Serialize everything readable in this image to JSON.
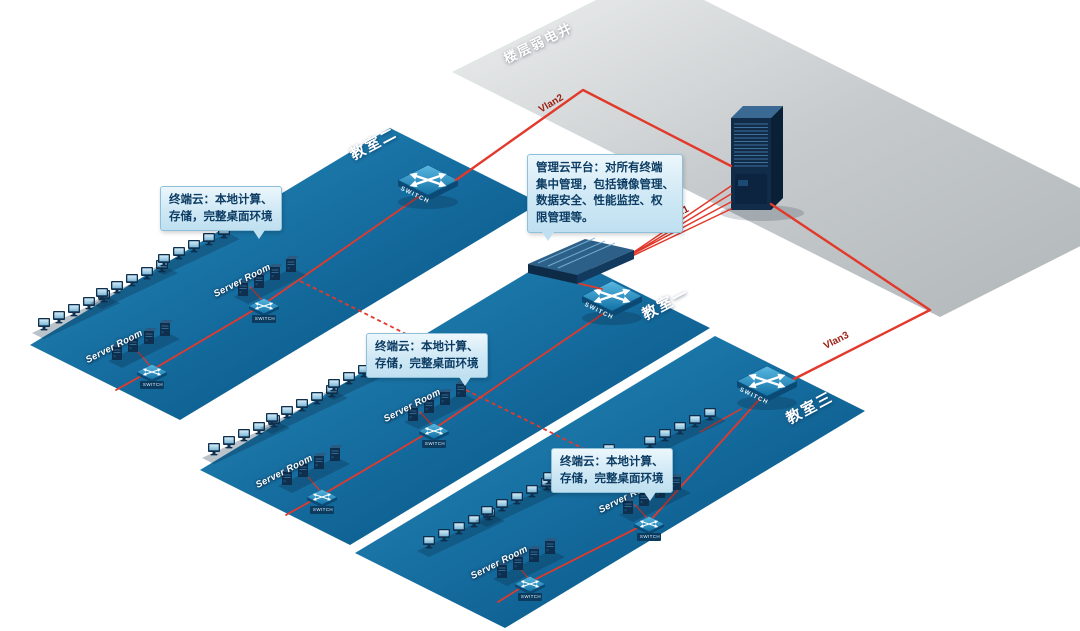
{
  "diagram": {
    "shaft_label": "楼层弱电井",
    "classrooms": {
      "one": "教室一",
      "two": "教室二",
      "three": "教室三"
    },
    "vlans": {
      "vlan1": "Vlan1",
      "vlan2": "Vlan2",
      "vlan3": "Vlan3"
    },
    "devices": {
      "switch": "SWITCH",
      "server_room": "Server Room"
    },
    "callouts": {
      "terminal_cloud": "终端云：本地计算、\n存储，完整桌面环境",
      "management_platform": "管理云平台：对所有终端\n集中管理，包括镜像管理、\n数据安全、性能监控、权\n限管理等。"
    },
    "colors": {
      "link_red": "#e2392b",
      "plane_blue": "#1470a4",
      "plane_gray": "#c6cacc",
      "callout_bg": "#cfe8f5",
      "callout_text": "#0c3c63",
      "vlan_text": "#9b1d10"
    }
  }
}
